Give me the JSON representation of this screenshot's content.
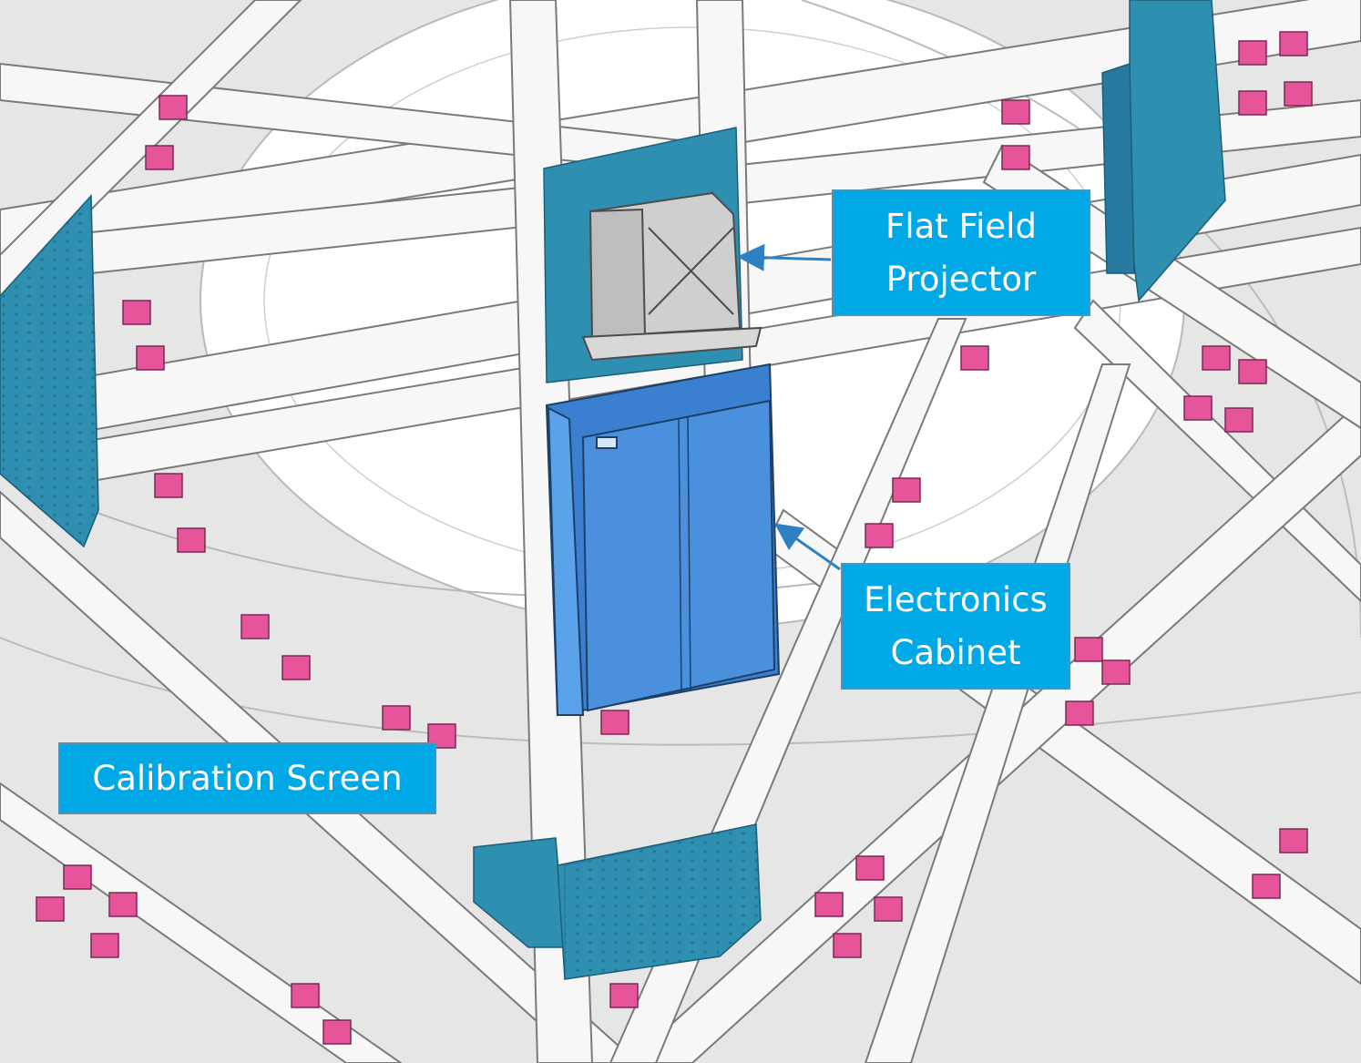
{
  "labels": {
    "projector": {
      "line1": "Flat Field",
      "line2": "Projector"
    },
    "cabinet": {
      "line1": "Electronics",
      "line2": "Cabinet"
    },
    "screen": {
      "line1": "Calibration Screen"
    }
  },
  "colors": {
    "callout_fill": "#00a8e6",
    "callout_border": "#5a8fb0",
    "plate_teal": "#2e8fb0",
    "cabinet_blue": "#4a90dc",
    "bracket_pink": "#e6549a",
    "truss_white": "#f7f7f7",
    "arrow": "#2f80c2"
  }
}
